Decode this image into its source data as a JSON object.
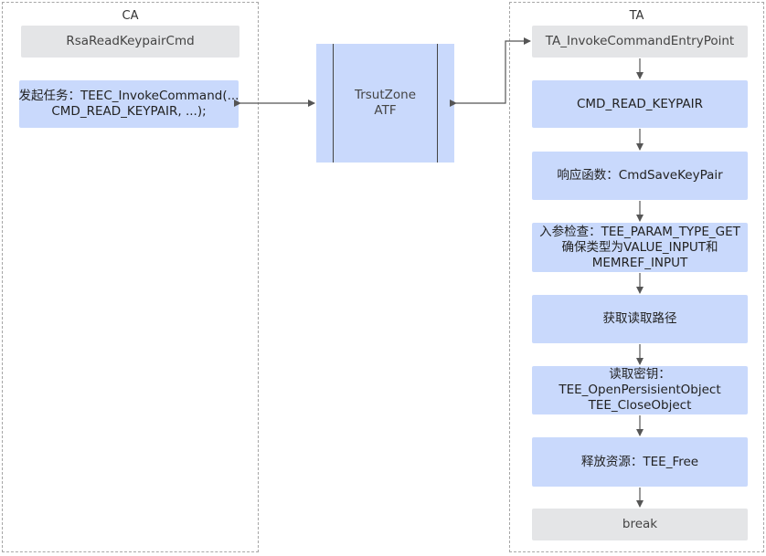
{
  "lanes": {
    "ca": {
      "title": "CA"
    },
    "ta": {
      "title": "TA"
    }
  },
  "ca": {
    "header": "RsaReadKeypairCmd",
    "task_line1": "发起任务：TEEC_InvokeCommand(...",
    "task_line2": "CMD_READ_KEYPAIR, ...);"
  },
  "trustzone": {
    "line1": "TrsutZone",
    "line2": "ATF"
  },
  "ta": {
    "entry": "TA_InvokeCommandEntryPoint",
    "cmd": "CMD_READ_KEYPAIR",
    "handler": "响应函数：CmdSaveKeyPair",
    "check_line1": "入参检查：TEE_PARAM_TYPE_GET",
    "check_line2": "确保类型为VALUE_INPUT和",
    "check_line3": "MEMREF_INPUT",
    "path": "获取读取路径",
    "read_line1": "读取密钥：",
    "read_line2": "TEE_OpenPersisientObject",
    "read_line3": "TEE_CloseObject",
    "free": "释放资源：TEE_Free",
    "end": "break"
  },
  "colors": {
    "node_blue": "#c9d9fc",
    "node_gray": "#e4e5e7",
    "lane_border": "#a6a6a6",
    "arrow": "#555555"
  }
}
